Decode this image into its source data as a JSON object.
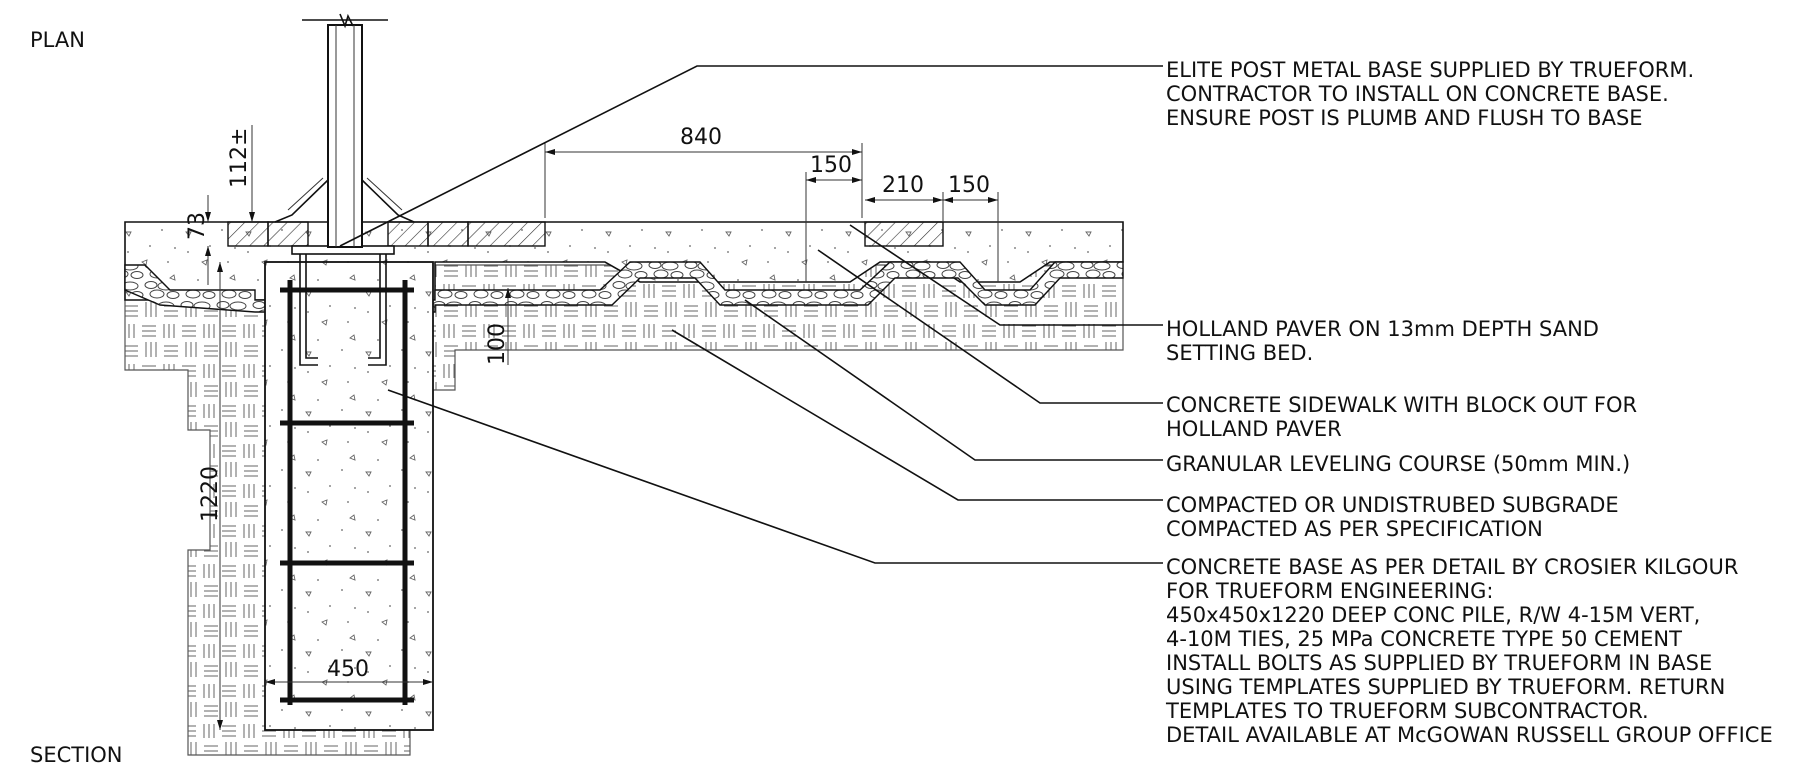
{
  "labels": {
    "plan": "PLAN",
    "section": "SECTION"
  },
  "dimensions": {
    "d840": "840",
    "d150a": "150",
    "d210": "210",
    "d150b": "150",
    "d112": "112±",
    "d73": "73",
    "d100": "100",
    "d1220": "1220",
    "d450": "450"
  },
  "notes": {
    "post": [
      "ELITE POST METAL BASE SUPPLIED BY TRUEFORM.",
      "CONTRACTOR TO INSTALL ON CONCRETE BASE.",
      "ENSURE POST IS PLUMB AND FLUSH TO BASE"
    ],
    "paver": [
      "HOLLAND PAVER ON 13mm DEPTH SAND",
      "SETTING BED."
    ],
    "sidewalk": [
      "CONCRETE SIDEWALK WITH BLOCK OUT FOR",
      "HOLLAND PAVER"
    ],
    "granular": [
      "GRANULAR LEVELING COURSE (50mm MIN.)"
    ],
    "subgrade": [
      "COMPACTED OR UNDISTRUBED SUBGRADE",
      "COMPACTED AS PER SPECIFICATION"
    ],
    "base": [
      "CONCRETE BASE AS PER DETAIL BY CROSIER KILGOUR",
      "FOR TRUEFORM ENGINEERING:",
      "450x450x1220 DEEP CONC PILE, R/W 4-15M VERT,",
      "4-10M TIES, 25 MPa CONCRETE TYPE 50 CEMENT",
      "INSTALL BOLTS AS SUPPLIED BY TRUEFORM IN BASE",
      "USING TEMPLATES SUPPLIED BY TRUEFORM. RETURN",
      "TEMPLATES TO TRUEFORM SUBCONTRACTOR.",
      "DETAIL AVAILABLE AT McGOWAN RUSSELL GROUP OFFICE"
    ]
  }
}
